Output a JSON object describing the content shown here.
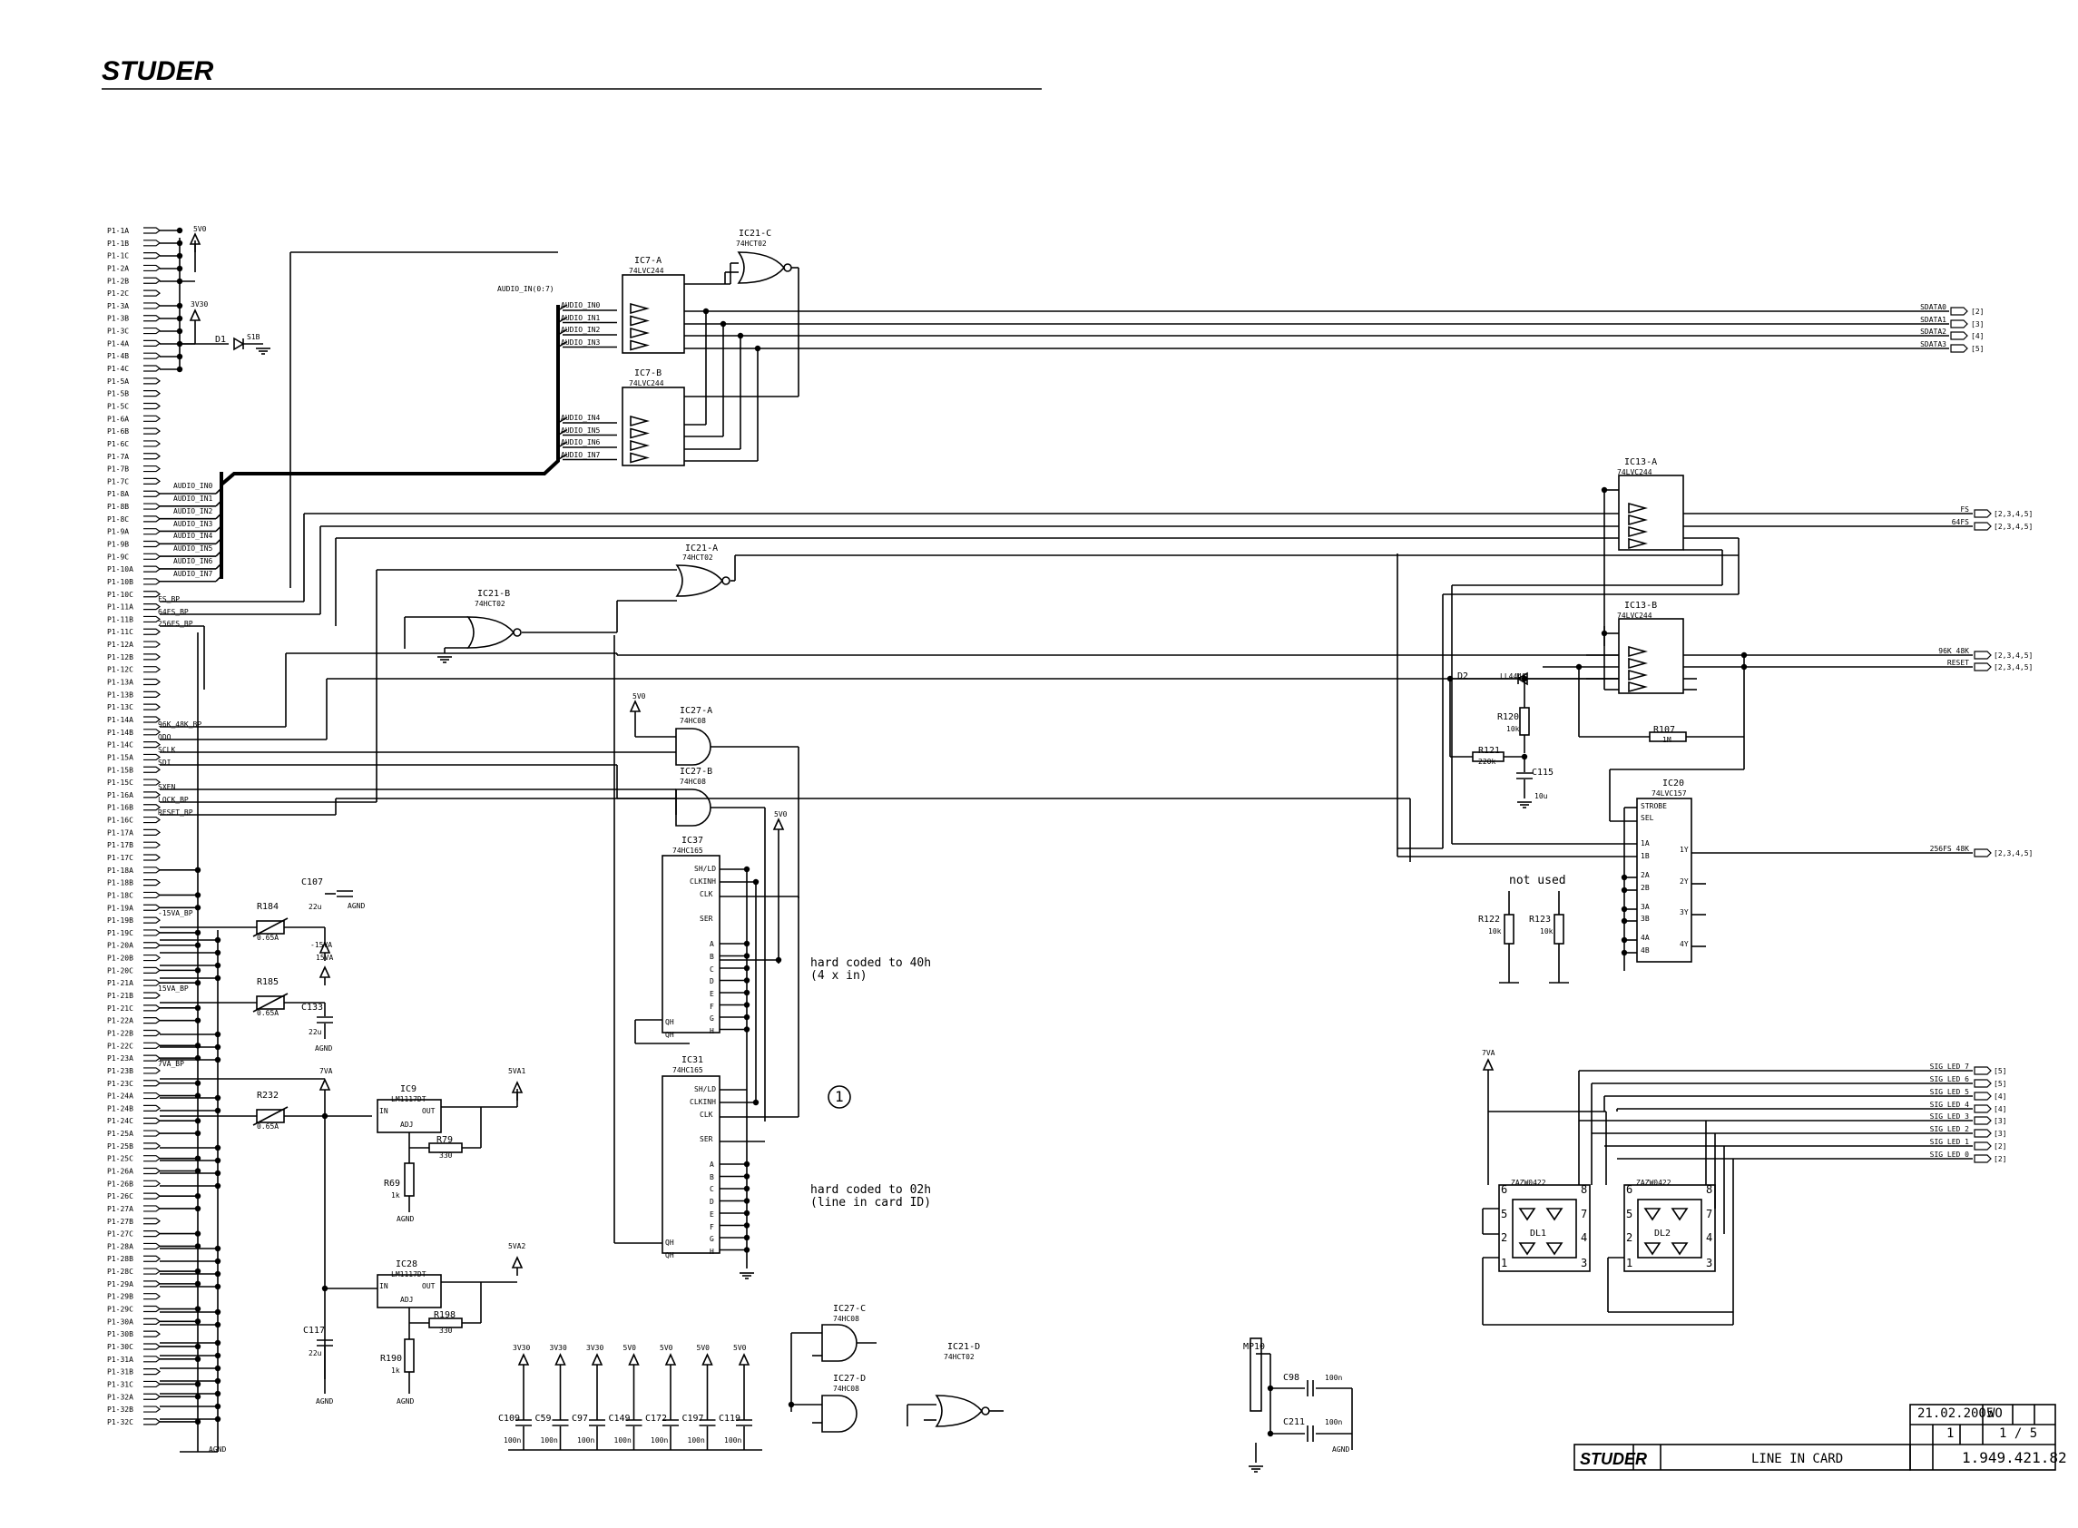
{
  "header": {
    "brand": "STUDER"
  },
  "bus_label": "AUDIO_IN(0:7)",
  "connector_pins": [
    "P1-1A",
    "P1-1B",
    "P1-1C",
    "P1-2A",
    "P1-2B",
    "P1-2C",
    "P1-3A",
    "P1-3B",
    "P1-3C",
    "P1-4A",
    "P1-4B",
    "P1-4C",
    "P1-5A",
    "P1-5B",
    "P1-5C",
    "P1-6A",
    "P1-6B",
    "P1-6C",
    "P1-7A",
    "P1-7B",
    "P1-7C",
    "P1-8A",
    "P1-8B",
    "P1-8C",
    "P1-9A",
    "P1-9B",
    "P1-9C",
    "P1-10A",
    "P1-10B",
    "P1-10C",
    "P1-11A",
    "P1-11B",
    "P1-11C",
    "P1-12A",
    "P1-12B",
    "P1-12C",
    "P1-13A",
    "P1-13B",
    "P1-13C",
    "P1-14A",
    "P1-14B",
    "P1-14C",
    "P1-15A",
    "P1-15B",
    "P1-15C",
    "P1-16A",
    "P1-16B",
    "P1-16C",
    "P1-17A",
    "P1-17B",
    "P1-17C",
    "P1-18A",
    "P1-18B",
    "P1-18C",
    "P1-19A",
    "P1-19B",
    "P1-19C",
    "P1-20A",
    "P1-20B",
    "P1-20C",
    "P1-21A",
    "P1-21B",
    "P1-21C",
    "P1-22A",
    "P1-22B",
    "P1-22C",
    "P1-23A",
    "P1-23B",
    "P1-23C",
    "P1-24A",
    "P1-24B",
    "P1-24C",
    "P1-25A",
    "P1-25B",
    "P1-25C",
    "P1-26A",
    "P1-26B",
    "P1-26C",
    "P1-27A",
    "P1-27B",
    "P1-27C",
    "P1-28A",
    "P1-28B",
    "P1-28C",
    "P1-29A",
    "P1-29B",
    "P1-29C",
    "P1-30A",
    "P1-30B",
    "P1-30C",
    "P1-31A",
    "P1-31B",
    "P1-31C",
    "P1-32A",
    "P1-32B",
    "P1-32C"
  ],
  "audio_nets": [
    "AUDIO_IN0",
    "AUDIO_IN1",
    "AUDIO_IN2",
    "AUDIO_IN3",
    "AUDIO_IN4",
    "AUDIO_IN5",
    "AUDIO_IN6",
    "AUDIO_IN7"
  ],
  "pin_nets": [
    "FS_BP",
    "64FS_BP",
    "256FS_BP",
    "96K_48K_BP",
    "ODO",
    "SCLK",
    "SDI",
    "SXEN",
    "LOCK_BP",
    "RESET_BP",
    "-15VA_BP",
    "15VA_BP",
    "7VA_BP"
  ],
  "power": {
    "v5": "5V0",
    "v33": "3V30",
    "m15": "-15VA",
    "p15": "15VA",
    "v7": "7VA",
    "v5a1": "5VA1",
    "v5a2": "5VA2",
    "agnd": "AGND"
  },
  "ics": {
    "ic7a": {
      "name": "IC7-A",
      "part": "74LVC244"
    },
    "ic7b": {
      "name": "IC7-B",
      "part": "74LVC244"
    },
    "ic21c": {
      "name": "IC21-C",
      "part": "74HCT02"
    },
    "ic21a": {
      "name": "IC21-A",
      "part": "74HCT02"
    },
    "ic21b": {
      "name": "IC21-B",
      "part": "74HCT02"
    },
    "ic21d": {
      "name": "IC21-D",
      "part": "74HCT02"
    },
    "ic27a": {
      "name": "IC27-A",
      "part": "74HC08"
    },
    "ic27b": {
      "name": "IC27-B",
      "part": "74HC08"
    },
    "ic27c": {
      "name": "IC27-C",
      "part": "74HC08"
    },
    "ic27d": {
      "name": "IC27-D",
      "part": "74HC08"
    },
    "ic37": {
      "name": "IC37",
      "part": "74HC165"
    },
    "ic31": {
      "name": "IC31",
      "part": "74HC165"
    },
    "ic13a": {
      "name": "IC13-A",
      "part": "74LVC244"
    },
    "ic13b": {
      "name": "IC13-B",
      "part": "74LVC244"
    },
    "ic20": {
      "name": "IC20",
      "part": "74LVC157"
    },
    "ic9": {
      "name": "IC9",
      "part": "LM1117DT"
    },
    "ic28": {
      "name": "IC28",
      "part": "LM1117DT"
    }
  },
  "ic20_pins": [
    "STROBE",
    "SEL",
    "1A",
    "1B",
    "2A",
    "2B",
    "3A",
    "3B",
    "4A",
    "4B",
    "1Y",
    "2Y",
    "3Y",
    "4Y"
  ],
  "shift_pins": [
    "SH/LD",
    "CLKINH",
    "CLK",
    "SER",
    "A",
    "B",
    "C",
    "D",
    "E",
    "F",
    "G",
    "H",
    "QH",
    "QH"
  ],
  "reg_pins": {
    "in": "IN",
    "out": "OUT",
    "adj": "ADJ"
  },
  "components": {
    "d1": "D1",
    "d1v": "S1B",
    "d2": "D2",
    "d2v": "LL4448",
    "r184": "R184",
    "r184v": "0.65A",
    "r185": "R185",
    "r185v": "0.65A",
    "r232": "R232",
    "r232v": "0.65A",
    "c107": "C107",
    "c107v": "22u",
    "c133": "C133",
    "c133v": "22u",
    "c117": "C117",
    "c117v": "22u",
    "r79": "R79",
    "r79v": "330",
    "r198": "R198",
    "r198v": "330",
    "r69": "R69",
    "r69v": "1k",
    "r190": "R190",
    "r190v": "1k",
    "r120": "R120",
    "r120v": "10k",
    "r121": "R121",
    "r121v": "220k",
    "c115": "C115",
    "c115v": "10u",
    "r107": "R107",
    "r107v": "1M",
    "r122": "R122",
    "r122v": "10k",
    "r123": "R123",
    "r123v": "10k",
    "dl1": "DL1",
    "dl2": "DL2",
    "led_part": "ZAZW0422",
    "mp10": "MP10",
    "c98": "C98",
    "c98v": "100n",
    "c211": "C211",
    "c211v": "100n"
  },
  "decoupling": [
    {
      "name": "C109",
      "rail": "3V30",
      "value": "100n"
    },
    {
      "name": "C59",
      "rail": "3V30",
      "value": "100n"
    },
    {
      "name": "C97",
      "rail": "3V30",
      "value": "100n"
    },
    {
      "name": "C149",
      "rail": "5V0",
      "value": "100n"
    },
    {
      "name": "C172",
      "rail": "5V0",
      "value": "100n"
    },
    {
      "name": "C197",
      "rail": "5V0",
      "value": "100n"
    },
    {
      "name": "C119",
      "rail": "5V0",
      "value": "100n"
    }
  ],
  "sdata_outputs": [
    {
      "net": "SDATA0",
      "ref": "[2]"
    },
    {
      "net": "SDATA1",
      "ref": "[3]"
    },
    {
      "net": "SDATA2",
      "ref": "[4]"
    },
    {
      "net": "SDATA3",
      "ref": "[5]"
    }
  ],
  "clock_outputs": [
    {
      "net": "FS",
      "ref": "[2,3,4,5]"
    },
    {
      "net": "64FS",
      "ref": "[2,3,4,5]"
    },
    {
      "net": "96K_48K",
      "ref": "[2,3,4,5]"
    },
    {
      "net": "RESET",
      "ref": "[2,3,4,5]"
    },
    {
      "net": "256FS_48K",
      "ref": "[2,3,4,5]"
    }
  ],
  "led_outputs": [
    {
      "net": "SIG_LED_7",
      "ref": "[5]"
    },
    {
      "net": "SIG_LED_6",
      "ref": "[5]"
    },
    {
      "net": "SIG_LED_5",
      "ref": "[4]"
    },
    {
      "net": "SIG_LED_4",
      "ref": "[4]"
    },
    {
      "net": "SIG_LED_3",
      "ref": "[3]"
    },
    {
      "net": "SIG_LED_2",
      "ref": "[3]"
    },
    {
      "net": "SIG_LED_1",
      "ref": "[2]"
    },
    {
      "net": "SIG_LED_0",
      "ref": "[2]"
    }
  ],
  "notes": {
    "hard40_line1": "hard coded to 40h",
    "hard40_line2": "(4 x in)",
    "hard02_line1": "hard coded to 02h",
    "hard02_line2": "(line in card ID)",
    "not_used": "not used",
    "sheet_marker": "1"
  },
  "title_block": {
    "date": "21.02.2005",
    "author": "WO",
    "sheet": "1",
    "sheet_of": "1 / 5",
    "title": "LINE IN CARD",
    "drawing_no": "1.949.421.82",
    "brand": "STUDER"
  }
}
